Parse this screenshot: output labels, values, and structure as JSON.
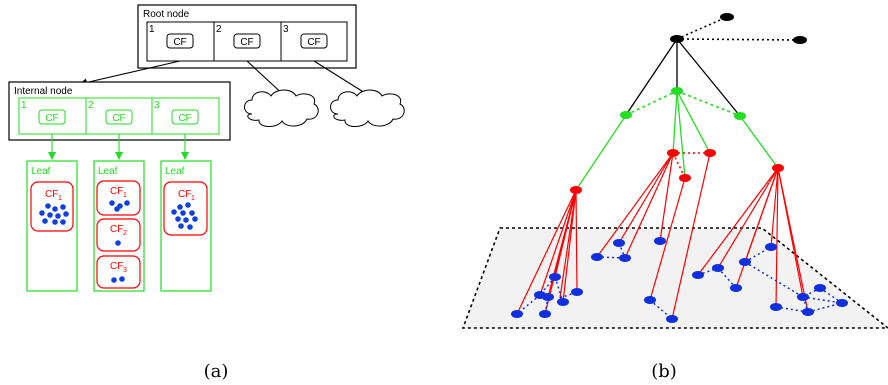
{
  "panel_a": {
    "root": {
      "title": "Root node",
      "slots": [
        "1",
        "2",
        "3"
      ],
      "entry_label": "CF"
    },
    "internal": {
      "title": "Internal node",
      "slots": [
        "1",
        "2",
        "3"
      ],
      "entry_label": "CF"
    },
    "leaves": [
      {
        "title": "Leaf",
        "entries": [
          {
            "label": "CF",
            "sub": "1"
          }
        ]
      },
      {
        "title": "Leaf",
        "entries": [
          {
            "label": "CF",
            "sub": "1"
          },
          {
            "label": "CF",
            "sub": "2"
          },
          {
            "label": "CF",
            "sub": "3"
          }
        ]
      },
      {
        "title": "Leaf",
        "entries": [
          {
            "label": "CF",
            "sub": "1"
          }
        ]
      }
    ],
    "caption": "(a)"
  },
  "panel_b": {
    "caption": "(b)"
  },
  "colors": {
    "black": "#000000",
    "green": "#22dd22",
    "red": "#ff0000",
    "blue": "#0000ee",
    "plane_fill": "#f2f2f2"
  }
}
